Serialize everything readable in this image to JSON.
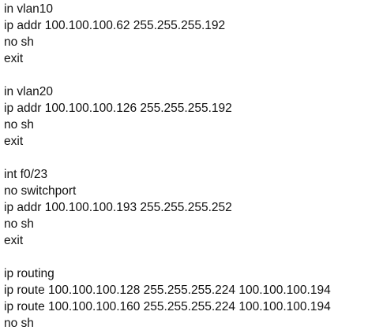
{
  "editor": {
    "lines": [
      "in vlan10",
      "ip addr 100.100.100.62 255.255.255.192",
      "no sh",
      "exit",
      "",
      "in vlan20",
      "ip addr 100.100.100.126 255.255.255.192",
      "no sh",
      "exit",
      "",
      "int f0/23",
      "no switchport",
      "ip addr 100.100.100.193 255.255.255.252",
      "no sh",
      "exit",
      "",
      "ip routing",
      "ip route 100.100.100.128 255.255.255.224 100.100.100.194",
      "ip route 100.100.100.160 255.255.255.224 100.100.100.194",
      "no sh"
    ]
  }
}
